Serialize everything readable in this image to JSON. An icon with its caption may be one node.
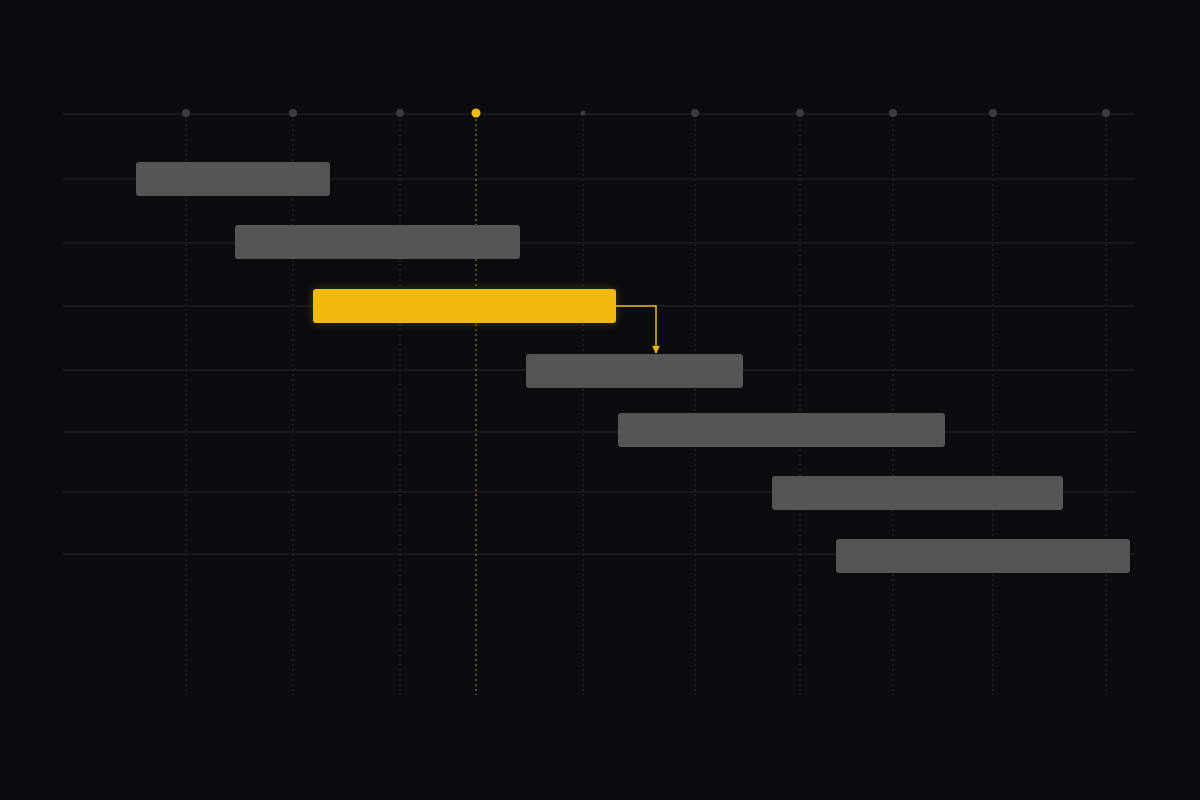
{
  "diagram": {
    "nodes": [
      {
        "text": [],
        "shape": "bar"
      },
      {
        "text": [],
        "shape": "bar"
      },
      {
        "text": [],
        "shape": "bar"
      },
      {
        "text": [],
        "shape": "bar"
      },
      {
        "text": [],
        "shape": "bar"
      },
      {
        "text": [],
        "shape": "bar"
      },
      {
        "text": [],
        "shape": "bar"
      }
    ],
    "edges": [
      {
        "from": 2,
        "to": 3,
        "arrow": "to"
      }
    ]
  }
}
